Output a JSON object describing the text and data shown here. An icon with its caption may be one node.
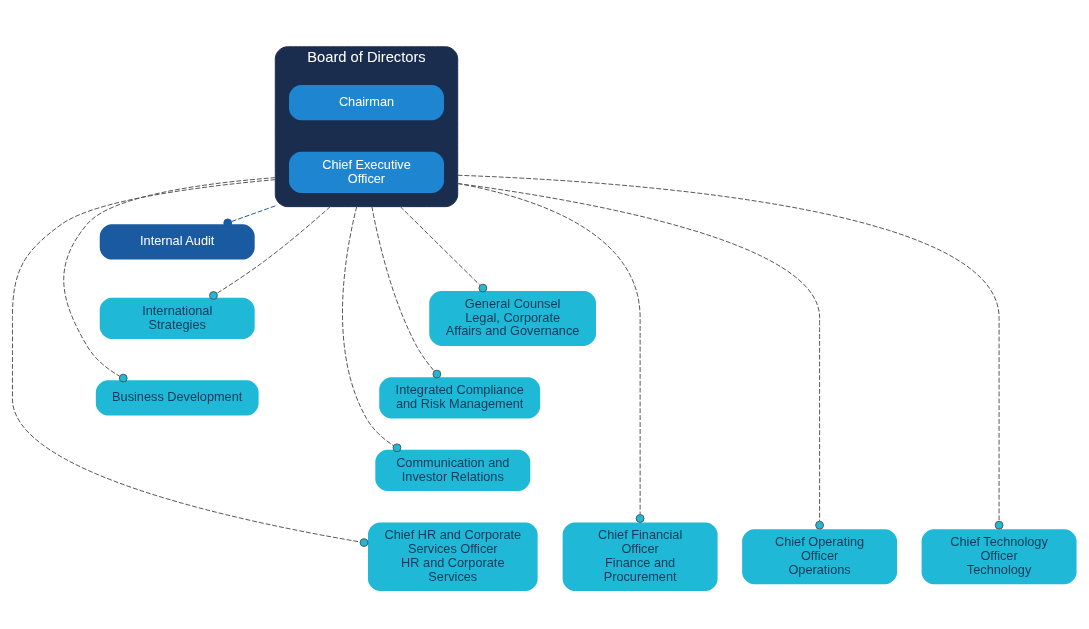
{
  "diagram": {
    "nodes": [
      {
        "text": [
          "Board of Directors"
        ]
      },
      {
        "text": [
          "Chairman"
        ],
        "in": 0
      },
      {
        "text": [
          "Chief Executive Officer"
        ],
        "in": 0
      },
      {
        "text": [
          "Internal Audit"
        ]
      },
      {
        "text": [
          "General Counsel",
          "Legal, Corporate Affairs and Governance"
        ]
      },
      {
        "text": [
          "International Strategies"
        ]
      },
      {
        "text": [
          "Integrated Compliance and Risk Management"
        ]
      },
      {
        "text": [
          "Business Development"
        ]
      },
      {
        "text": [
          "Communication and Investor Relations"
        ]
      },
      {
        "text": [
          "Chief HR and Corporate Services Officer",
          "HR and Corporate Services"
        ]
      },
      {
        "text": [
          "Chief Financial Officer",
          "Finance and Procurement"
        ]
      },
      {
        "text": [
          "Chief Operating Officer",
          "Operations"
        ]
      },
      {
        "text": [
          "Chief Technology Officer",
          "Technology"
        ]
      }
    ],
    "edges": [
      {
        "from": 0,
        "to": 3,
        "arrow": "other",
        "style": "dashed",
        "color": "#1a5aa0"
      },
      {
        "from": 0,
        "to": 4,
        "arrow": "other",
        "style": "dashed"
      },
      {
        "from": 0,
        "to": 5,
        "arrow": "other",
        "style": "dashed"
      },
      {
        "from": 0,
        "to": 6,
        "arrow": "other",
        "style": "dashed"
      },
      {
        "from": 0,
        "to": 7,
        "arrow": "other",
        "style": "dashed"
      },
      {
        "from": 0,
        "to": 8,
        "arrow": "other",
        "style": "dashed"
      },
      {
        "from": 0,
        "to": 9,
        "arrow": "other",
        "style": "dashed"
      },
      {
        "from": 0,
        "to": 10,
        "arrow": "other",
        "style": "dashed"
      },
      {
        "from": 0,
        "to": 11,
        "arrow": "other",
        "style": "dashed"
      },
      {
        "from": 0,
        "to": 12,
        "arrow": "other",
        "style": "dashed"
      }
    ]
  }
}
